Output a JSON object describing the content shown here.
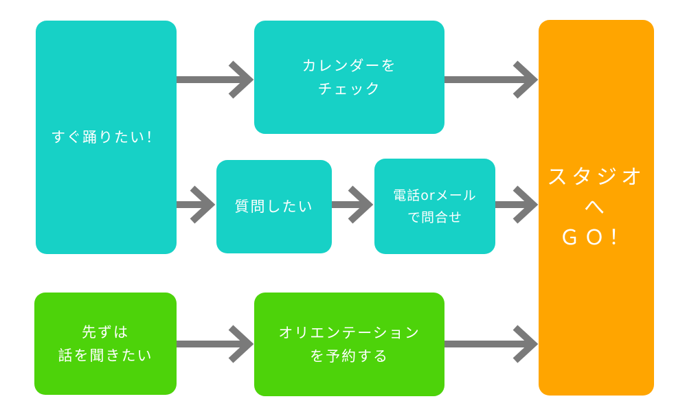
{
  "nodes": {
    "dance_now": "すぐ踊りたい！",
    "check_calendar": "カレンダーを\nチェック",
    "ask_question": "質問したい",
    "contact": "電話orメール\nで問合せ",
    "talk_first": "先ずは\n話を聞きたい",
    "book_orientation": "オリエンテーション\nを予約する",
    "go_studio": "スタジオ\nへ\nＧＯ！"
  },
  "colors": {
    "teal": "#17d1c6",
    "green": "#4dd30a",
    "orange": "#ffa500",
    "arrow": "#7a7a7a"
  }
}
